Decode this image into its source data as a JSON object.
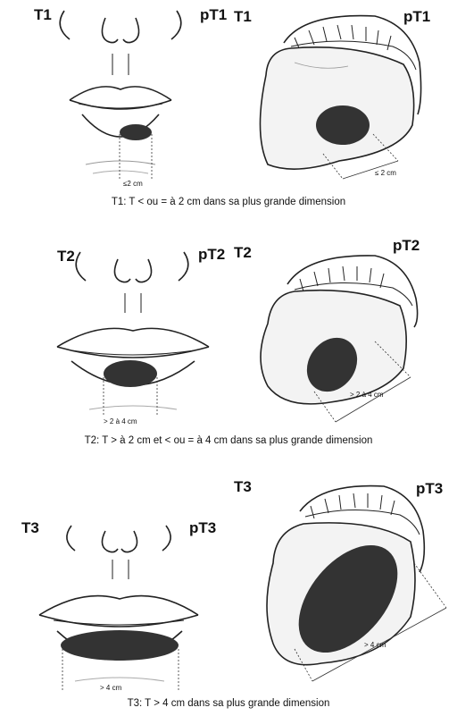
{
  "stages": [
    {
      "lip_label": "T1",
      "lip_path_label": "pT1",
      "tongue_label": "T1",
      "tongue_path_label": "pT1",
      "lip_measure": "≤2 cm",
      "tongue_measure": "≤ 2 cm",
      "caption": "T1: T < ou = à 2 cm dans sa plus grande dimension"
    },
    {
      "lip_label": "T2",
      "lip_path_label": "pT2",
      "tongue_label": "T2",
      "tongue_path_label": "pT2",
      "lip_measure": "> 2 à 4 cm",
      "tongue_measure": "> 2 à 4 cm",
      "caption": "T2: T > à 2 cm et < ou = à 4 cm dans sa plus grande dimension"
    },
    {
      "lip_label": "T3",
      "lip_path_label": "pT3",
      "tongue_label": "T3",
      "tongue_path_label": "pT3",
      "lip_measure": "> 4 cm",
      "tongue_measure": "> 4 cm",
      "caption": "T3: T > 4 cm dans sa plus grande dimension"
    }
  ]
}
